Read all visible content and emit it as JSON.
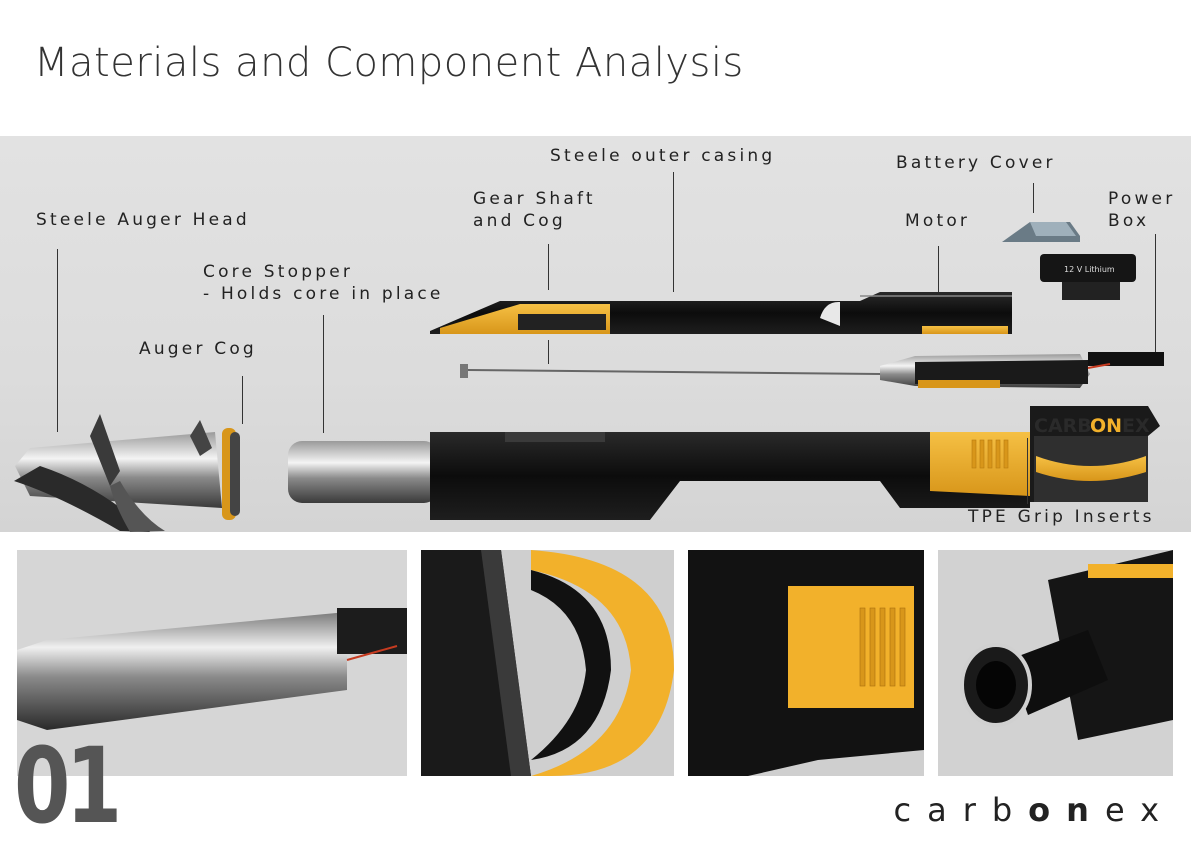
{
  "title": "Materials and Component Analysis",
  "labels": {
    "auger_head": "Steele Auger Head",
    "auger_cog": "Auger Cog",
    "core_stopper_1": "Core Stopper",
    "core_stopper_2": "- Holds core in place",
    "gear_shaft_1": "Gear Shaft",
    "gear_shaft_2": "and Cog",
    "outer_casing": "Steele outer casing",
    "battery_cover": "Battery Cover",
    "motor": "Motor",
    "power_box_1": "Power",
    "power_box_2": "Box",
    "grip_inserts": "TPE Grip Inserts"
  },
  "battery_text": "12 V Lithium",
  "grip_logo": {
    "pre": "CARB",
    "mid": "ON",
    "post": "EX"
  },
  "page_number": "01",
  "brand": {
    "pre": "carb",
    "mid": "on",
    "post": "ex"
  },
  "colors": {
    "accent_yellow": "#f2b12b",
    "body_black": "#141414",
    "steel": "#cfcfcf"
  }
}
